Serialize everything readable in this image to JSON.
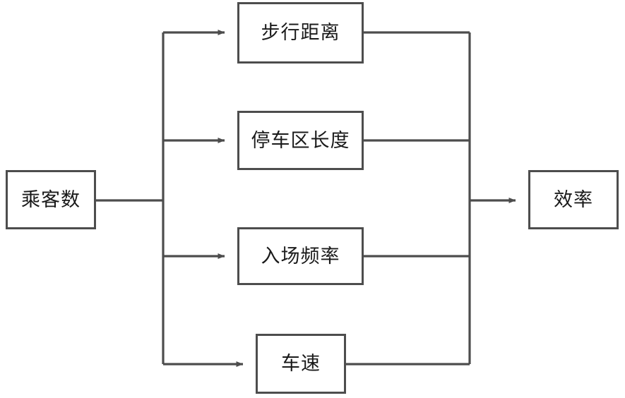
{
  "diagram": {
    "title": "",
    "type": "flow-diagram",
    "orientation": "left-to-right",
    "style": {
      "line_color": "#4d4d4d",
      "box_fill": "#ffffff",
      "box_stroke": "#4d4d4d",
      "text_color": "#1a1a1a",
      "background": "#ffffff",
      "stroke_width": 3
    },
    "nodes": [
      {
        "id": "passengers",
        "label": "乘客数",
        "role": "input"
      },
      {
        "id": "walking",
        "label": "步行距离",
        "role": "mediator"
      },
      {
        "id": "parking",
        "label": "停车区长度",
        "role": "mediator"
      },
      {
        "id": "entry",
        "label": "入场频率",
        "role": "mediator"
      },
      {
        "id": "speed",
        "label": "车速",
        "role": "mediator"
      },
      {
        "id": "efficiency",
        "label": "效率",
        "role": "output"
      }
    ],
    "edges": [
      {
        "id": "e1",
        "from": "passengers",
        "to": "walking",
        "arrow": true
      },
      {
        "id": "e2",
        "from": "passengers",
        "to": "parking",
        "arrow": true
      },
      {
        "id": "e3",
        "from": "passengers",
        "to": "entry",
        "arrow": true
      },
      {
        "id": "e4",
        "from": "passengers",
        "to": "speed",
        "arrow": true
      },
      {
        "id": "e5",
        "from": "walking",
        "to": "efficiency",
        "arrow": true
      },
      {
        "id": "e6",
        "from": "parking",
        "to": "efficiency",
        "arrow": true
      },
      {
        "id": "e7",
        "from": "entry",
        "to": "efficiency",
        "arrow": true
      },
      {
        "id": "e8",
        "from": "speed",
        "to": "efficiency",
        "arrow": true
      }
    ]
  }
}
